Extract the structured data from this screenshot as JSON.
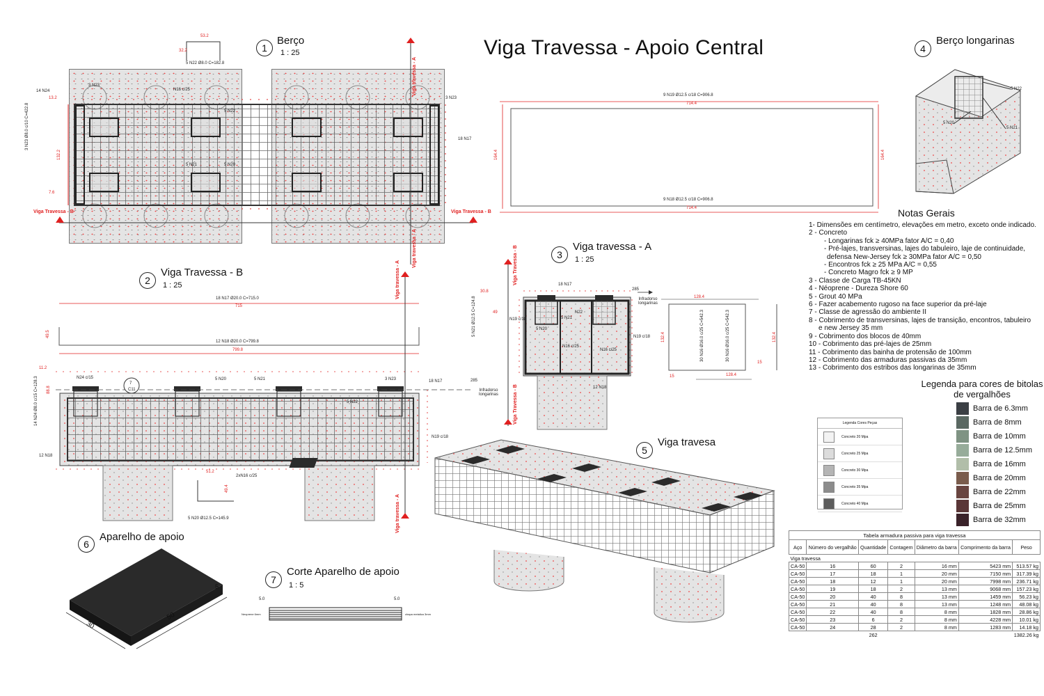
{
  "sheet_title": "Viga Travessa - Apoio Central",
  "views": [
    {
      "num": "1",
      "title": "Berço",
      "scale": "1 : 25"
    },
    {
      "num": "2",
      "title": "Viga Travessa - B",
      "scale": "1 : 25"
    },
    {
      "num": "3",
      "title": "Viga travessa - A",
      "scale": "1 : 25"
    },
    {
      "num": "4",
      "title": "Berço longarinas",
      "scale": ""
    },
    {
      "num": "5",
      "title": "Viga travesa",
      "scale": ""
    },
    {
      "num": "6",
      "title": "Aparelho de apoio",
      "scale": ""
    },
    {
      "num": "7",
      "title": "Corte Aparelho de apoio",
      "scale": "1 : 5"
    }
  ],
  "section_marks": {
    "a": "Viga travessa - A",
    "b": "Viga Travessa - B"
  },
  "annotations": {
    "v1": {
      "n22_top": "5 N22 Ø8.0 C=182.8",
      "dim_53": "53.2",
      "dim_32": "32.2",
      "n24": "14 N24",
      "n23a": "3 N23",
      "n16": "N16 c/25",
      "n23b": "3 N23",
      "n22": "5 N22",
      "n17": "18 N17",
      "n21": "5 N21",
      "n20": "5 N20",
      "n23_side": "3 N23 Ø8.0 c/10 C=422.8",
      "d132": "132.2",
      "d132b": "13.2",
      "d76": "7.6"
    },
    "v1b": {
      "top": "9 N19 Ø12.5 c/18 C=906.8",
      "top_dim": "714.4",
      "bot": "9 N18 Ø12.5 c/18 C=906.8",
      "bot_dim": "714.4",
      "h": "164.4"
    },
    "v2": {
      "top": "18 N17 Ø20.0 C=715.0",
      "top_dim": "715",
      "mid": "12 N18 Ø20.0 C=799.8",
      "mid_dim": "799.8",
      "h": "49.5",
      "n24": "N24 c/15",
      "n20": "5 N20",
      "n21": "5 N21",
      "n23": "3 N23",
      "n17": "18 N17",
      "n22": "5 N22",
      "n19": "N19 c/18",
      "n18": "12 N18",
      "side": "14 N24 Ø8.0 c/15 C=128.3",
      "d11": "11.2",
      "d88": "88.8",
      "n16": "2xN16 c/25",
      "d51": "51.2",
      "d49": "49.4",
      "n20b": "5 N20 Ø12.5 C=145.9",
      "d285": "285",
      "infra": "Infradorso longarinas",
      "c": "7",
      "c11": "C11"
    },
    "v3": {
      "n17": "18 N17",
      "n21side": "5 N21 Ø12.5 C=124.8",
      "n19": "N19 c/18",
      "n22": "N22",
      "n21": "5 N21",
      "n20": "5 N20",
      "n16a": "N16 c/25",
      "n16b": "N16 c/25",
      "n19b": "N19 c/18",
      "n18": "12 N18",
      "d285": "285",
      "infra": "Infradorso longarinas",
      "d30": "30.8",
      "d49": "49",
      "d128": "128.4",
      "d128b": "128.4",
      "d132": "132.4",
      "d132b": "132.4",
      "v1": "30 N16 Ø16.0 c/25 C=542.3",
      "v2": "30 N16 Ø16.0 c/25 C=542.3",
      "d15": "15",
      "d15b": "15"
    },
    "v4": {
      "n22": "5 N22",
      "n20": "5 N20",
      "n21": "5 N21"
    },
    "v6": {
      "d50": "50",
      "d30": "30",
      "d5": "5"
    },
    "v7": {
      "d1": "5.0",
      "d2": "5.0",
      "left": "Neoprene 6mm",
      "right": "chapa metalica 3mm"
    }
  },
  "notes": {
    "title": "Notas Gerais",
    "items": [
      "1- Dimensões em centímetro, elevações em metro, exceto onde indicado.",
      "2 - Concreto",
      "- Longarinas fck ≥ 40MPa fator A/C = 0,40",
      "- Pré-lajes, transversinas, lajes do tabuleiro, laje de continuidade,",
      "defensa New-Jersey fck ≥ 30MPa fator A/C = 0,50",
      "- Encontros fck ≥ 25 MPa A/C = 0,55",
      "- Concreto Magro fck ≥ 9 MP",
      "3 - Classe de Carga TB-45KN",
      "4 - Néoprene - Dureza Shore 60",
      "5 - Grout 40 MPa",
      "6 - Fazer acabemento rugoso na face superior da pré-laje",
      "7 - Classe de agressão do ambiente II",
      "8 - Cobrimento de transversinas, lajes de transição, encontros, tabuleiro",
      "e new Jersey 35 mm",
      "9 - Cobrimento dos blocos de 40mm",
      "10 - Cobrimento das pré-lajes de 25mm",
      "11 - Cobrimento das bainha de protensão de 100mm",
      "12 - Cobrimento das armaduras passivas da 35mm",
      "13 - Cobrimento dos estribos das longarinas de 35mm"
    ]
  },
  "bar_legend": {
    "title_1": "Legenda para cores de bitolas",
    "title_2": "de vergalhões",
    "items": [
      {
        "label": "Barra de 6.3mm",
        "color": "#3b3f44"
      },
      {
        "label": "Barra de 8mm",
        "color": "#5a6862"
      },
      {
        "label": "Barra de 10mm",
        "color": "#7f9383"
      },
      {
        "label": "Barra de 12.5mm",
        "color": "#97ac9a"
      },
      {
        "label": "Barra de 16mm",
        "color": "#b1bea9"
      },
      {
        "label": "Barra de 20mm",
        "color": "#7a5c4c"
      },
      {
        "label": "Barra de 22mm",
        "color": "#694540"
      },
      {
        "label": "Barra de 25mm",
        "color": "#5a3637"
      },
      {
        "label": "Barra de 32mm",
        "color": "#3a2229"
      }
    ]
  },
  "piece_legend": {
    "title": "Legenda Cores Peças",
    "items": [
      {
        "label": "Concreto 20 Mpa",
        "color": "#f3f3f3"
      },
      {
        "label": "Concreto 25 Mpa",
        "color": "#dcdcdc"
      },
      {
        "label": "Concreto 30 Mpa",
        "color": "#b5b5b5"
      },
      {
        "label": "Concreto 35 Mpa",
        "color": "#8c8c8c"
      },
      {
        "label": "Concreto 40 Mpa",
        "color": "#5c5c5c"
      }
    ]
  },
  "table": {
    "caption": "Tabela armadura passiva para viga travessa",
    "headers": [
      "Aço",
      "Número do vergalhão",
      "Quantidade",
      "Contagem",
      "Diâmetro da barra",
      "Comprimento da barra",
      "Peso"
    ],
    "group": "Viga travessa",
    "rows": [
      [
        "CA-50",
        "16",
        "60",
        "2",
        "16 mm",
        "5423 mm",
        "513.57 kg"
      ],
      [
        "CA-50",
        "17",
        "18",
        "1",
        "20 mm",
        "7150 mm",
        "317.39 kg"
      ],
      [
        "CA-50",
        "18",
        "12",
        "1",
        "20 mm",
        "7998 mm",
        "236.71 kg"
      ],
      [
        "CA-50",
        "19",
        "18",
        "2",
        "13 mm",
        "9068 mm",
        "157.23 kg"
      ],
      [
        "CA-50",
        "20",
        "40",
        "8",
        "13 mm",
        "1459 mm",
        "56.23 kg"
      ],
      [
        "CA-50",
        "21",
        "40",
        "8",
        "13 mm",
        "1248 mm",
        "48.08 kg"
      ],
      [
        "CA-50",
        "22",
        "40",
        "8",
        "8 mm",
        "1828 mm",
        "28.86 kg"
      ],
      [
        "CA-50",
        "23",
        "6",
        "2",
        "8 mm",
        "4228 mm",
        "10.01 kg"
      ],
      [
        "CA-50",
        "24",
        "28",
        "2",
        "8 mm",
        "1283 mm",
        "14.18 kg"
      ]
    ],
    "total_qty": "262",
    "total_weight": "1382.26 kg"
  }
}
